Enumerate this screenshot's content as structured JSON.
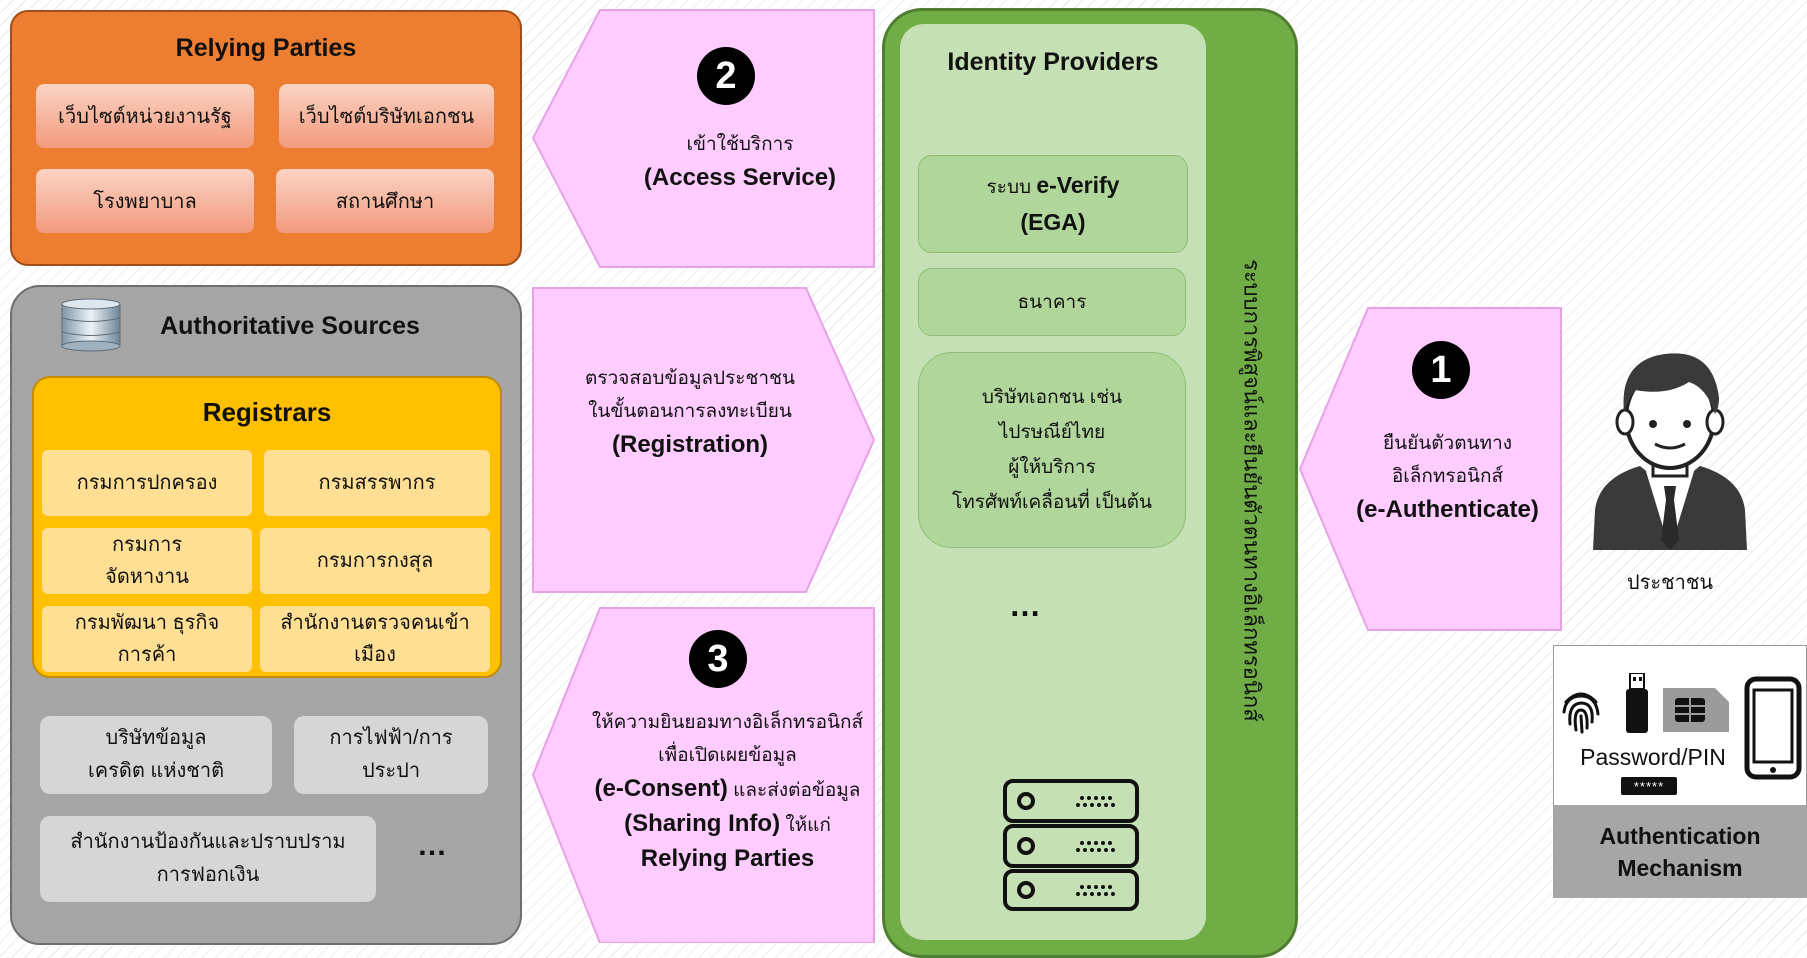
{
  "relying_parties": {
    "title": "Relying Parties",
    "items": [
      "เว็บไซต์หน่วยงานรัฐ",
      "เว็บไซต์บริษัทเอกชน",
      "โรงพยาบาล",
      "สถานศึกษา"
    ]
  },
  "authoritative_sources": {
    "title": "Authoritative Sources",
    "registrars": {
      "title": "Registrars",
      "items": [
        "กรมการปกครอง",
        "กรมสรรพากร",
        "กรมการ จัดหางาน",
        "กรมการกงสุล",
        "กรมพัฒนา ธุรกิจการค้า",
        "สำนักงานตรวจคนเข้า เมือง"
      ]
    },
    "others": [
      "บริษัทข้อมูลเครดิต แห่งชาติ",
      "การไฟฟ้า/การ ประปา",
      "สำนักงานป้องกันและปราบปราม การฟอกเงิน"
    ],
    "ellipsis": "…"
  },
  "step2": {
    "number": "2",
    "text": "เข้าใช้บริการ",
    "bold": "(Access Service)"
  },
  "registration": {
    "line1": "ตรวจสอบข้อมูลประชาชน",
    "line2": "ในขั้นตอนการลงทะเบียน",
    "bold": "(Registration)"
  },
  "step3": {
    "number": "3",
    "line1": "ให้ความยินยอมทางอิเล็กทรอนิกส์",
    "line2": "เพื่อเปิดเผยข้อมูล",
    "line3_bold": "(e-Consent)",
    "line3_rest": " และส่งต่อข้อมูล",
    "line4_bold": "(Sharing Info)",
    "line4_rest": " ให้แก่",
    "line5_bold": "Relying Parties"
  },
  "identity_providers": {
    "title": "Identity Providers",
    "everify_prefix": "ระบบ ",
    "everify_bold": "e-Verify",
    "everify_line2": "(EGA)",
    "bank": "ธนาคาร",
    "private_lines": [
      "บริษัทเอกชน เช่น",
      "ไปรษณีย์ไทย",
      "ผู้ให้บริการ",
      "โทรศัพท์เคลื่อนที่ เป็นต้น"
    ],
    "ellipsis": "…",
    "vertical_text": "ระบบการพิสูจน์และยืนยันตัวตนทางอิเล็กทรอนิกส์"
  },
  "step1": {
    "number": "1",
    "line1": "ยืนยันตัวตนทาง",
    "line2": "อิเล็กทรอนิกส์",
    "bold": "(e-Authenticate)"
  },
  "citizen": {
    "label": "ประชาชน"
  },
  "mechanism": {
    "password_label": "Password/PIN",
    "pin_dots": "*****",
    "title_line1": "Authentication",
    "title_line2": "Mechanism"
  },
  "colors": {
    "relying_parties": "#ed7d31",
    "authoritative_sources": "#a5a5a5",
    "registrars": "#ffc000",
    "callout_pink": "#ffccff",
    "identity_providers": "#70ad47"
  }
}
